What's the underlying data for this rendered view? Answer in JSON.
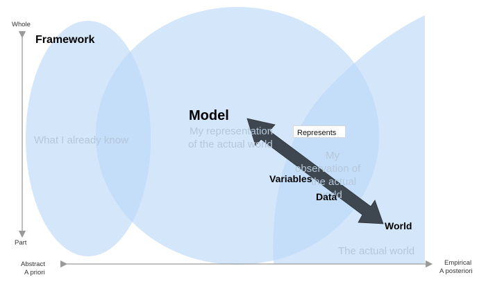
{
  "axis": {
    "y_top": "Whole",
    "y_bottom": "Part",
    "x_left_line1": "Abstract",
    "x_left_line2": "A priori",
    "x_right_line1": "Empirical",
    "x_right_line2": "A posteriori"
  },
  "labels": {
    "framework": "Framework",
    "model": "Model",
    "variables": "Variables",
    "data": "Data",
    "world": "World",
    "represents": "Represents"
  },
  "faint_text": {
    "already_know": "What I already know",
    "representation_line1": "My representation",
    "representation_line2": "of the actual world",
    "observation_line1": "My",
    "observation_line2": "observation of",
    "observation_line3": "the actual",
    "observation_line4": "world",
    "actual_world": "The actual world"
  },
  "colors": {
    "shape_fill": "#bcd9f7",
    "arrow": "#3e4750",
    "axis_line": "#9a9a9a",
    "faint_text": "#b5c8d9"
  }
}
